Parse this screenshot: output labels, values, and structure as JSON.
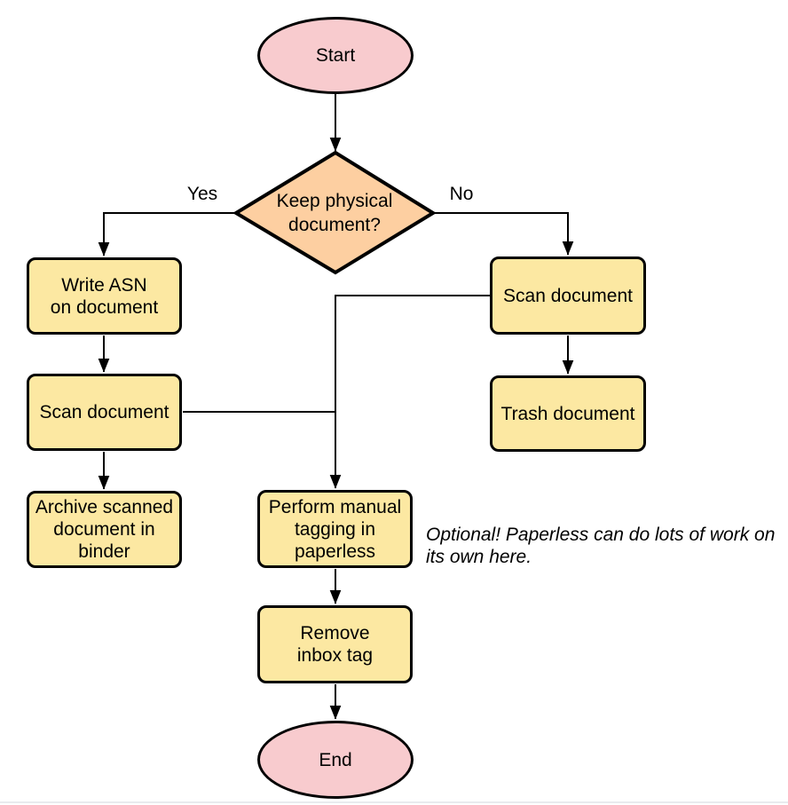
{
  "colors": {
    "background": "#ffffff",
    "terminator_fill": "#f8cbce",
    "decision_fill": "#fdcfa1",
    "process_fill": "#fce8a2",
    "stroke": "#000000",
    "text": "#000000",
    "divider": "#e9ebee"
  },
  "nodes": {
    "start": {
      "type": "terminator",
      "label": "Start"
    },
    "decision": {
      "type": "decision",
      "label": "Keep physical\ndocument?"
    },
    "write_asn": {
      "type": "process",
      "label": "Write ASN\non document"
    },
    "scan_left": {
      "type": "process",
      "label": "Scan document"
    },
    "archive": {
      "type": "process",
      "label": "Archive scanned\ndocument in\nbinder"
    },
    "scan_right": {
      "type": "process",
      "label": "Scan document"
    },
    "trash": {
      "type": "process",
      "label": "Trash document"
    },
    "perform_tagging": {
      "type": "process",
      "label": "Perform manual\ntagging in\npaperless"
    },
    "remove_inbox": {
      "type": "process",
      "label": "Remove\ninbox tag"
    },
    "end": {
      "type": "terminator",
      "label": "End"
    }
  },
  "edge_labels": {
    "yes": "Yes",
    "no": "No"
  },
  "edges": [
    {
      "from": "start",
      "to": "decision"
    },
    {
      "from": "decision",
      "to": "write_asn",
      "label": "Yes"
    },
    {
      "from": "decision",
      "to": "scan_right",
      "label": "No"
    },
    {
      "from": "write_asn",
      "to": "scan_left"
    },
    {
      "from": "scan_left",
      "to": "archive"
    },
    {
      "from": "scan_left",
      "to": "perform_tagging"
    },
    {
      "from": "scan_right",
      "to": "trash"
    },
    {
      "from": "scan_right",
      "to": "perform_tagging"
    },
    {
      "from": "perform_tagging",
      "to": "remove_inbox"
    },
    {
      "from": "remove_inbox",
      "to": "end"
    }
  ],
  "annotation": {
    "text": "Optional! Paperless can do lots of work on\nits own here."
  }
}
